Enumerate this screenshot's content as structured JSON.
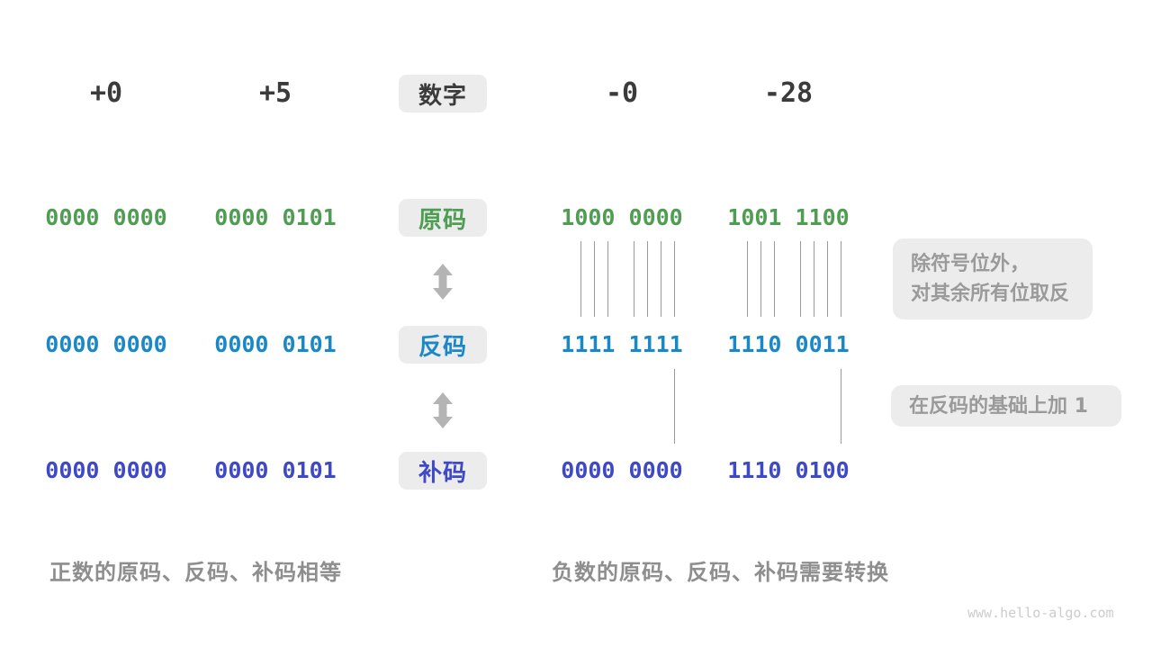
{
  "palette": {
    "dark_text": "#3B3B3B",
    "green": "#4F9D53",
    "blue": "#1988C9",
    "indigo": "#3D49C6",
    "caption_gray": "#8E8E8E",
    "note_gray": "#9A9A9A",
    "box_bg": "#ECECEC",
    "line_gray": "#999999",
    "arrow_gray": "#B4B4B4",
    "watermark_gray": "#CCCCCC"
  },
  "header": {
    "label": "数字",
    "values": [
      "+0",
      "+5",
      "-0",
      "-28"
    ]
  },
  "rows": [
    {
      "id": "sign-magnitude",
      "label": "原码",
      "values": [
        "0000 0000",
        "0000 0101",
        "1000 0000",
        "1001 1100"
      ]
    },
    {
      "id": "ones-complement",
      "label": "反码",
      "values": [
        "0000 0000",
        "0000 0101",
        "1111 1111",
        "1110 0011"
      ]
    },
    {
      "id": "twos-complement",
      "label": "补码",
      "values": [
        "0000 0000",
        "0000 0101",
        "0000 0000",
        "1110 0100"
      ]
    }
  ],
  "annotations": {
    "invert_line1": "除符号位外，",
    "invert_line2": "对其余所有位取反",
    "add_one": "在反码的基础上加 1"
  },
  "captions": {
    "positive": "正数的原码、反码、补码相等",
    "negative": "负数的原码、反码、补码需要转换"
  },
  "watermark": "www.hello-algo.com"
}
